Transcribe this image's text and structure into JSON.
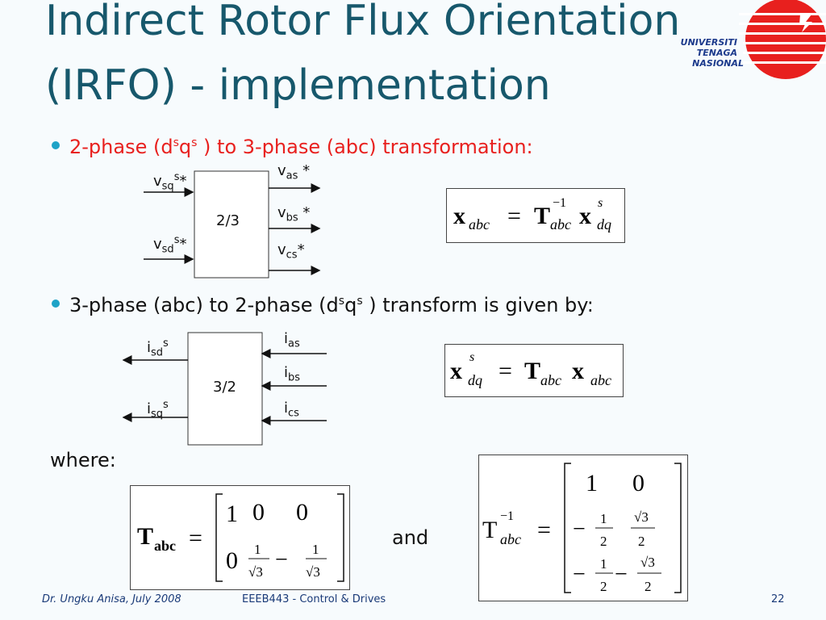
{
  "slide": {
    "title_line1": "Indirect Rotor Flux Orientation",
    "title_line2": "(IRFO) - implementation",
    "logo": {
      "line1": "UNIVERSITI",
      "line2": "TENAGA",
      "line3": "NASIONAL",
      "colors": {
        "red": "#e8201e",
        "blue": "#1c3a8c"
      }
    },
    "bullets": [
      {
        "pre": "2-phase (d",
        "sup1": "s",
        "mid": "q",
        "sup2": "s",
        "post": " ) to 3-phase (abc) transformation:",
        "color": "#e8201e"
      },
      {
        "pre": "3-phase (abc) to 2-phase (d",
        "sup1": "s",
        "mid": "q",
        "sup2": "s",
        "post": " ) transform is given by:",
        "color": "#111111"
      }
    ],
    "block1": {
      "label": "2/3",
      "inputs": [
        {
          "base": "v",
          "sub": "sq",
          "sup": "s",
          "suffix": "*"
        },
        {
          "base": "v",
          "sub": "sd",
          "sup": "s",
          "suffix": "*"
        }
      ],
      "outputs": [
        {
          "base": "v",
          "sub": "as",
          "suffix": " *"
        },
        {
          "base": "v",
          "sub": "bs",
          "suffix": " *"
        },
        {
          "base": "v",
          "sub": "cs",
          "suffix": "*"
        }
      ]
    },
    "block2": {
      "label": "3/2",
      "outputs": [
        {
          "base": "i",
          "sub": "sd",
          "sup": "s"
        },
        {
          "base": "i",
          "sub": "sq",
          "sup": "s"
        }
      ],
      "inputs": [
        {
          "base": "i",
          "sub": "as"
        },
        {
          "base": "i",
          "sub": "bs"
        },
        {
          "base": "i",
          "sub": "cs"
        }
      ]
    },
    "eq1": {
      "lhs": "x",
      "lhs_sub": "abc",
      "eq": "=",
      "T": "T",
      "T_sup": "−1",
      "T_sub": "abc",
      "x": "x",
      "x_sup": "s",
      "x_sub": "dq"
    },
    "eq2": {
      "lhs": "x",
      "lhs_sup": "s",
      "lhs_sub": "dq",
      "eq": "=",
      "T": "T",
      "T_sub": "abc",
      "x": "x",
      "x_sub": "abc"
    },
    "where": "where:",
    "and": "and",
    "tabc": {
      "name": "T",
      "sub": "abc",
      "eq": "=",
      "row1": [
        "1",
        "0",
        "0"
      ],
      "row2": [
        "0",
        "1",
        "√3",
        "−",
        "1",
        "√3"
      ]
    },
    "tinv": {
      "name": "T",
      "sup": "−1",
      "sub": "abc",
      "eq": "=",
      "row1": [
        "1",
        "0"
      ],
      "row2": [
        "−",
        "1",
        "2",
        "√3",
        "2"
      ],
      "row3": [
        "−",
        "1",
        "2",
        "−",
        "√3",
        "2"
      ]
    },
    "footer": {
      "author": "Dr. Ungku Anisa, July 2008",
      "course": "EEEB443 - Control & Drives",
      "page": "22"
    }
  }
}
